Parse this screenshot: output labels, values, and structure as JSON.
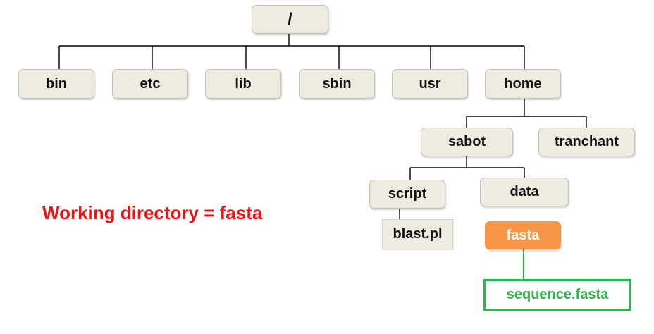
{
  "tree": {
    "root": "/",
    "level1": [
      "bin",
      "etc",
      "lib",
      "sbin",
      "usr",
      "home"
    ],
    "home_children": [
      "sabot",
      "tranchant"
    ],
    "sabot_children": [
      "script",
      "data"
    ],
    "script_children": [
      "blast.pl"
    ],
    "data_children": [
      "fasta"
    ],
    "fasta_children": [
      "sequence.fasta"
    ]
  },
  "caption": "Working directory = fasta",
  "colors": {
    "node_fill": "#eeece1",
    "working_dir_fill": "#f79646",
    "file_outline": "#2fb34a",
    "caption": "#ee1111",
    "connector": "#000000"
  }
}
